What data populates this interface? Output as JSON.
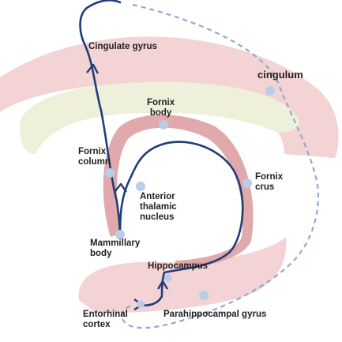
{
  "labels": {
    "cingulate_gyrus": "Cingulate gyrus",
    "cingulum": "cingulum",
    "fornix_body": "Fornix\nbody",
    "fornix_column": "Fornix\ncolumn",
    "fornix_crus": "Fornix\ncrus",
    "anterior_thalamic_nucleus": "Anterior\nthalamic\nnucleus",
    "mammillary_body": "Mammillary\nbody",
    "hippocampus": "Hippocampus",
    "entorhinal_cortex": "Entorhinal\ncortex",
    "parahippocampal_gyrus": "Parahippocampal gyrus"
  },
  "colors": {
    "cortex_fill": "#f3d3d3",
    "corpus_callosum_fill": "#eef0da",
    "fornix_band_fill": "#dc9a9d",
    "circuit_line": "#203d78",
    "cingulum_dashed_line": "#8fa9d4",
    "node_dot": "#b9cde9"
  }
}
